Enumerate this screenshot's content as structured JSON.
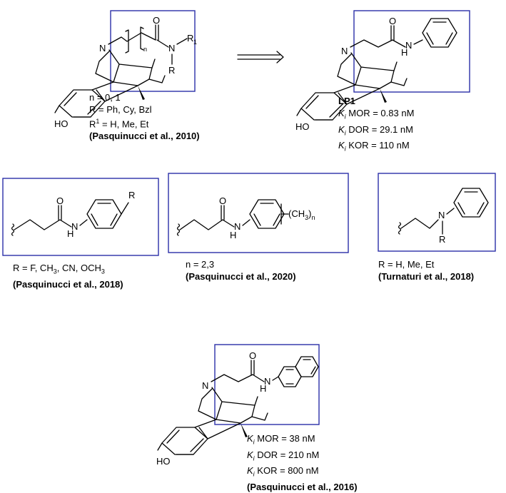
{
  "colors": {
    "frame": "#2b2fa8",
    "ink": "#000000"
  },
  "atoms": {
    "N": "N",
    "O": "O",
    "NH": "H",
    "N_amide": "N",
    "R": "R",
    "R1": "R",
    "R1_sub": "1",
    "n": "n",
    "HO": "HO",
    "H": "H",
    "ch3_group": "(CH",
    "ch3_sub3": "3",
    "ch3_close": ")",
    "ch3_subn": "n"
  },
  "top_left": {
    "line1": "n = 0, 1",
    "line2": "R = Ph, Cy, Bzl",
    "line3_r": "R",
    "line3_sup": "1",
    "line3_rest": " = H, Me, Et",
    "citation": "(Pasquinucci et al., 2010)"
  },
  "top_right": {
    "compound": "LP1",
    "rows": [
      {
        "k": "K",
        "i": "i",
        "label": " MOR = 0.83 nM"
      },
      {
        "k": "K",
        "i": "i",
        "label": " DOR = 29.1 nM"
      },
      {
        "k": "K",
        "i": "i",
        "label": " KOR = 110 nM"
      }
    ]
  },
  "mid_left": {
    "line_pre": "R = F, CH",
    "sub1": "3",
    "line_mid": ", CN, OCH",
    "sub2": "3",
    "citation": "(Pasquinucci et al., 2018)"
  },
  "mid_center": {
    "line1": "n = 2,3",
    "citation": "(Pasquinucci et al., 2020)"
  },
  "mid_right": {
    "line1": "R = H, Me, Et",
    "citation": "(Turnaturi et al., 2018)"
  },
  "bottom": {
    "rows": [
      {
        "k": "K",
        "i": "i",
        "label": " MOR = 38 nM"
      },
      {
        "k": "K",
        "i": "i",
        "label": " DOR = 210 nM"
      },
      {
        "k": "K",
        "i": "i",
        "label": " KOR = 800 nM"
      }
    ],
    "citation": "(Pasquinucci et al., 2016)"
  }
}
